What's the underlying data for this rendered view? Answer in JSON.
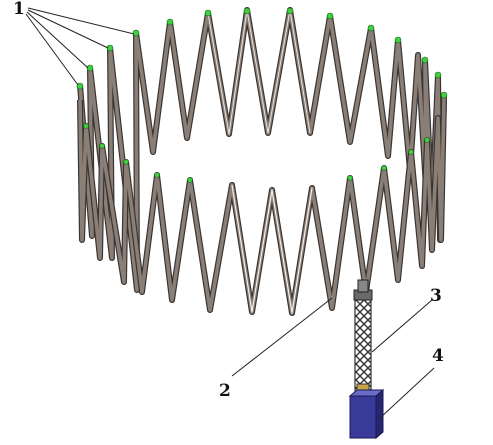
{
  "callouts": {
    "label_1": "1",
    "label_2": "2",
    "label_3": "3",
    "label_4": "4"
  },
  "colors": {
    "strut_fill": "#8a7f77",
    "strut_edge": "#3b3532",
    "strut_highlight": "#e8e4e0",
    "hinge": "#3fcf3f",
    "mast": "#5a5a5a",
    "base_block": "#3a3a9a"
  }
}
